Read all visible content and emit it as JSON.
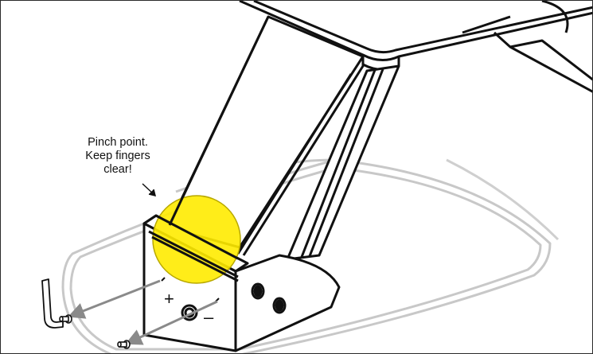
{
  "callout": {
    "lines": [
      "Pinch point.",
      "Keep fingers",
      "clear!"
    ]
  },
  "markings": {
    "plus": "+",
    "minus": "–"
  },
  "colors": {
    "highlight": "#ffeb00",
    "highlight_stroke": "#b8a800",
    "ghost": "#c8c8c8",
    "ink": "#111111"
  },
  "icons": [
    "hex-key-icon",
    "screw-icon",
    "arrow-icon"
  ]
}
